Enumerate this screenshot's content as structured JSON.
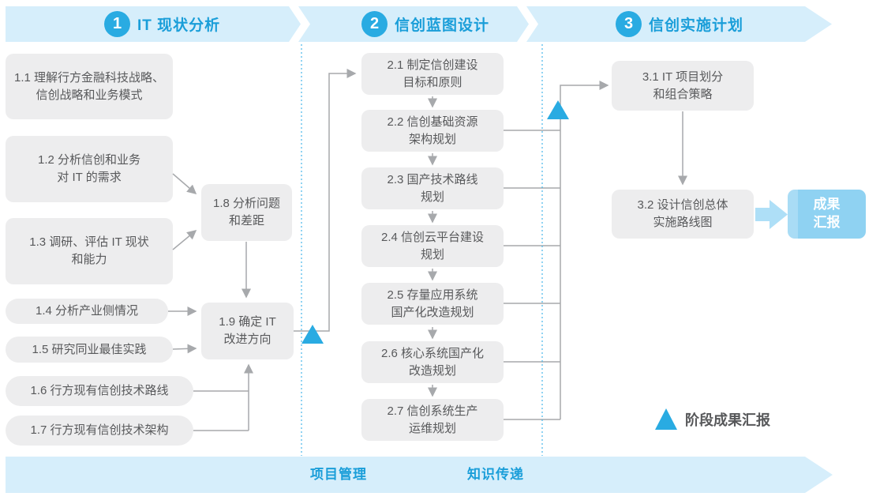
{
  "header": {
    "phases": [
      {
        "number": "1",
        "title": "IT 现状分析"
      },
      {
        "number": "2",
        "title": "信创蓝图设计"
      },
      {
        "number": "3",
        "title": "信创实施计划"
      }
    ]
  },
  "phase1_steps": [
    {
      "text": "1.1 理解行方金融科技战略、\n信创战略和业务模式"
    },
    {
      "text": "1.2 分析信创和业务\n对 IT 的需求"
    },
    {
      "text": "1.3 调研、评估 IT 现状\n和能力"
    },
    {
      "text": "1.4 分析产业侧情况"
    },
    {
      "text": "1.5 研究同业最佳实践"
    },
    {
      "text": "1.6 行方现有信创技术路线"
    },
    {
      "text": "1.7 行方现有信创技术架构"
    },
    {
      "text": "1.8 分析问题\n和差距"
    },
    {
      "text": "1.9 确定 IT\n改进方向"
    }
  ],
  "phase2_steps": [
    {
      "text": "2.1 制定信创建设\n目标和原则"
    },
    {
      "text": "2.2 信创基础资源\n架构规划"
    },
    {
      "text": "2.3 国产技术路线\n规划"
    },
    {
      "text": "2.4 信创云平台建设\n规划"
    },
    {
      "text": "2.5 存量应用系统\n国产化改造规划"
    },
    {
      "text": "2.6 核心系统国产化\n改造规划"
    },
    {
      "text": "2.7 信创系统生产\n运维规划"
    }
  ],
  "phase3_steps": [
    {
      "text": "3.1 IT 项目划分\n和组合策略"
    },
    {
      "text": "3.2 设计信创总体\n实施路线图"
    }
  ],
  "deliverable": {
    "text": "成果\n汇报"
  },
  "legend": {
    "milestone_label": "阶段成果汇报"
  },
  "footer": {
    "left": "项目管理",
    "right": "知识传递"
  },
  "colors": {
    "accent": "#29abe2",
    "band_bg": "#d6eefb",
    "title_text": "#1a9ed9",
    "box_bg": "#ededee",
    "box_text": "#58595b",
    "connector": "#a7a9ac",
    "deliverable_bg": "#8fd2f2"
  }
}
